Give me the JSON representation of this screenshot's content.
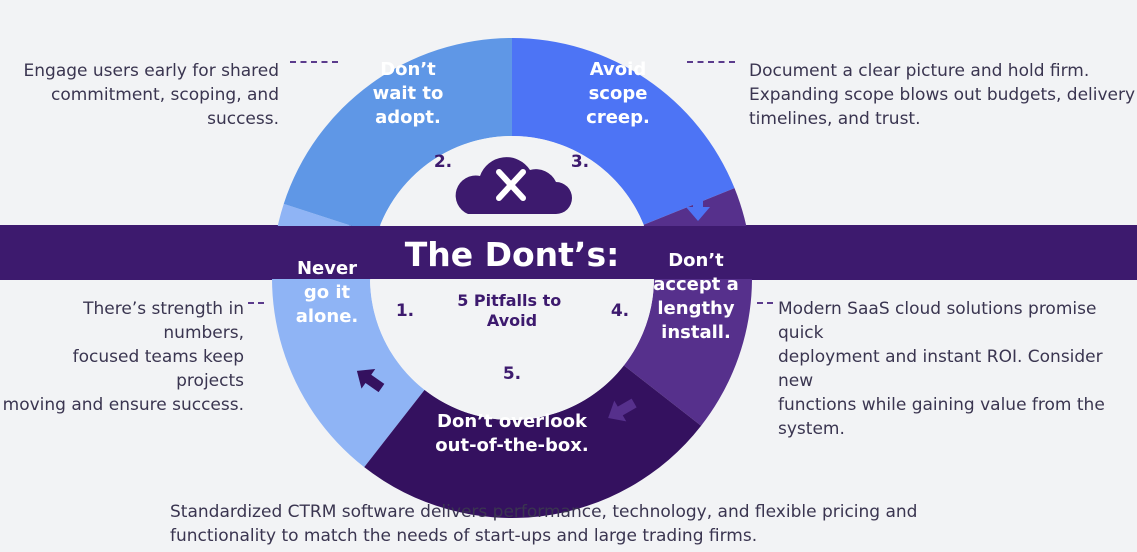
{
  "banner": {
    "title": "The Dont’s:",
    "subtitle": "5 Pitfalls to Avoid"
  },
  "icon": "cloud-x-icon",
  "colors": {
    "background": "#f2f3f5",
    "band": "#3d1a6e",
    "seg1": "#8fb4f5",
    "seg2": "#5f97e6",
    "seg3": "#4d74f5",
    "seg4": "#56308c",
    "seg5": "#34115f",
    "center": "#f2f3f5",
    "number": "#3d1a6e"
  },
  "pitfalls": [
    {
      "number": "1.",
      "label": [
        "Never",
        "go it",
        "alone."
      ],
      "note": [
        "There’s strength in numbers,",
        "focused teams keep projects",
        "moving and ensure success."
      ]
    },
    {
      "number": "2.",
      "label": [
        "Don’t",
        "wait to",
        "adopt."
      ],
      "note": [
        "Engage users early for shared",
        "commitment, scoping, and success."
      ]
    },
    {
      "number": "3.",
      "label": [
        "Avoid",
        "scope",
        "creep."
      ],
      "note": [
        "Document a clear picture and hold firm.",
        "Expanding scope blows out budgets, delivery",
        "timelines, and trust."
      ]
    },
    {
      "number": "4.",
      "label": [
        "Don’t",
        "accept a",
        "lengthy",
        "install."
      ],
      "note": [
        "Modern SaaS cloud solutions promise quick",
        "deployment and instant ROI. Consider new",
        "functions while gaining value from the system."
      ]
    },
    {
      "number": "5.",
      "label": [
        "Don’t overlook",
        "out-of-the-box."
      ],
      "note": [
        "Standardized CTRM software delivers performance, technology, and flexible pricing and",
        "functionality to match the needs of start-ups and large trading firms."
      ]
    }
  ]
}
